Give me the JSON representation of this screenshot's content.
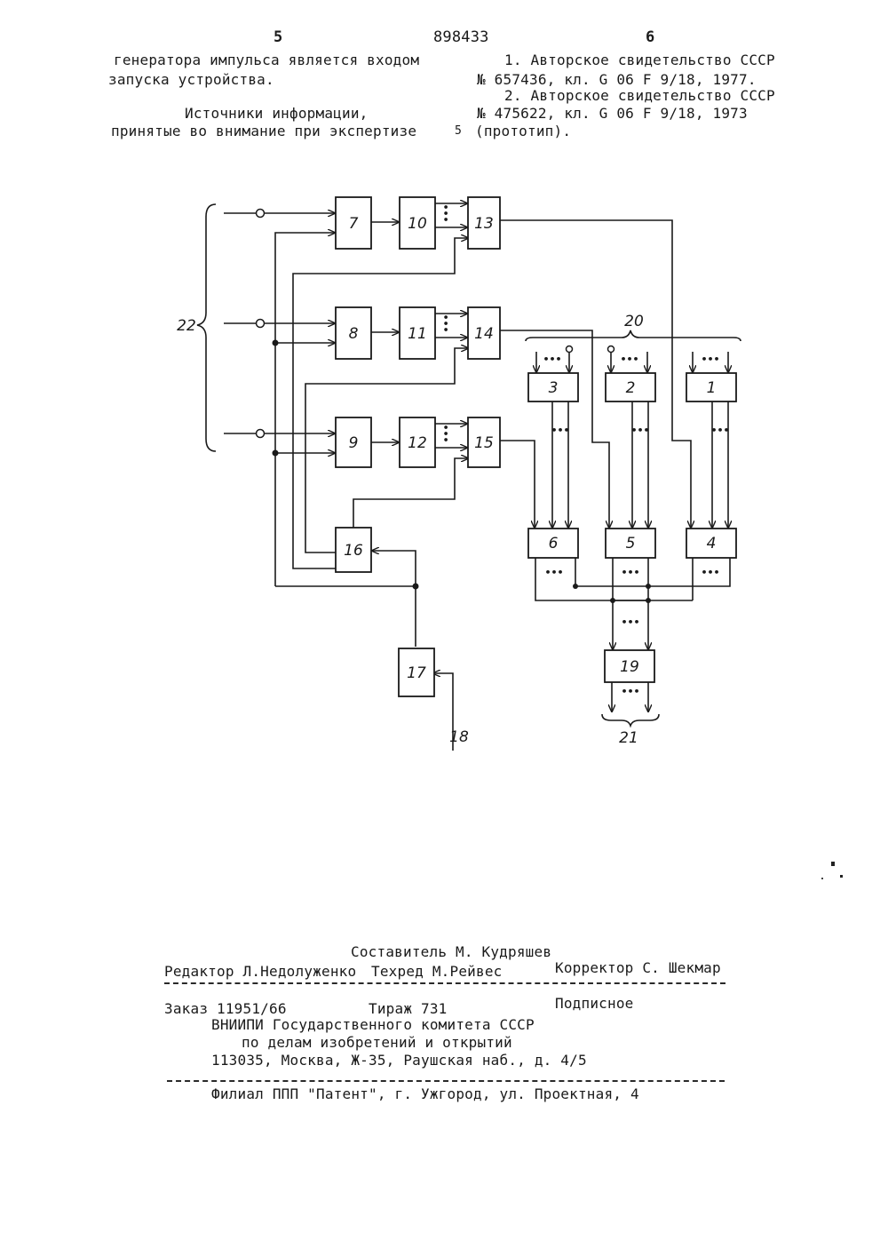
{
  "header": {
    "page_left": "5",
    "patent_number": "898433",
    "page_right": "6"
  },
  "left_column": {
    "line1": "генератора импульса является входом",
    "line2": "запуска устройства.",
    "sources_heading_1": "Источники информации,",
    "sources_heading_2": "принятые во внимание при экспертизе"
  },
  "line_number": "5",
  "right_column": {
    "ref1_line1": "1. Авторское свидетельство СССР",
    "ref1_line2": "№ 657436, кл. G 06 F 9/18, 1977.",
    "ref2_line1": "2. Авторское свидетельство СССР",
    "ref2_line2": "№ 475622, кл. G 06 F 9/18, 1973",
    "ref2_line3": "(прототип)."
  },
  "diagram": {
    "blocks": {
      "b1": "1",
      "b2": "2",
      "b3": "3",
      "b4": "4",
      "b5": "5",
      "b6": "6",
      "b7": "7",
      "b8": "8",
      "b9": "9",
      "b10": "10",
      "b11": "11",
      "b12": "12",
      "b13": "13",
      "b14": "14",
      "b15": "15",
      "b16": "16",
      "b17": "17",
      "b19": "19"
    },
    "labels": {
      "input_bus": "22",
      "memory_group": "20",
      "output_bus": "21",
      "start_input": "18"
    },
    "dots": "•••"
  },
  "footer": {
    "compiler": "Составитель М. Кудряшев",
    "editor": "Редактор Л.Недолуженко",
    "techred": "Техред М.Рейвес",
    "corrector": "Корректор С. Шекмар",
    "order": "Заказ 11951/66",
    "circulation": "Тираж 731",
    "subscription": "Подписное",
    "org_line1": "ВНИИПИ Государственного комитета СССР",
    "org_line2": "по делам изобретений и открытий",
    "org_line3": "113035, Москва, Ж-35, Раушская наб., д. 4/5",
    "branch": "Филиал ППП \"Патент\", г. Ужгород, ул. Проектная, 4"
  }
}
